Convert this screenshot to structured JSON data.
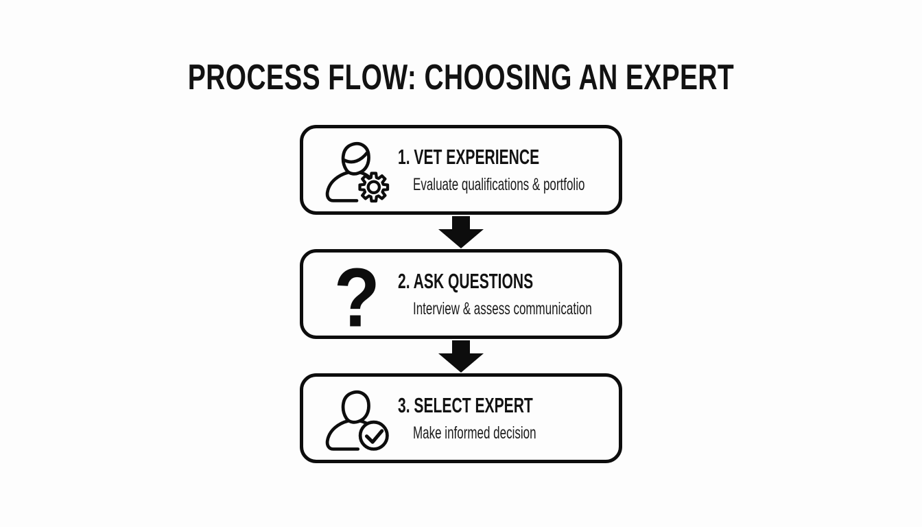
{
  "page": {
    "background": "#fdfdfd",
    "ink": "#0d0d0d"
  },
  "header": {
    "title": "PROCESS FLOW: CHOOSING AN EXPERT"
  },
  "flow": {
    "steps": [
      {
        "number": "1",
        "title": "1. VET EXPERIENCE",
        "subtitle": "Evaluate qualifications & portfolio",
        "icon": "user-gear-icon"
      },
      {
        "number": "2",
        "title": "2. ASK QUESTIONS",
        "subtitle": "Interview & assess communication",
        "icon": "question-mark-icon",
        "icon_glyph": "?"
      },
      {
        "number": "3",
        "title": "3. SELECT EXPERT",
        "subtitle": "Make informed decision",
        "icon": "user-check-icon"
      }
    ],
    "connectors": [
      {
        "type": "arrow-down"
      },
      {
        "type": "arrow-down"
      }
    ]
  }
}
